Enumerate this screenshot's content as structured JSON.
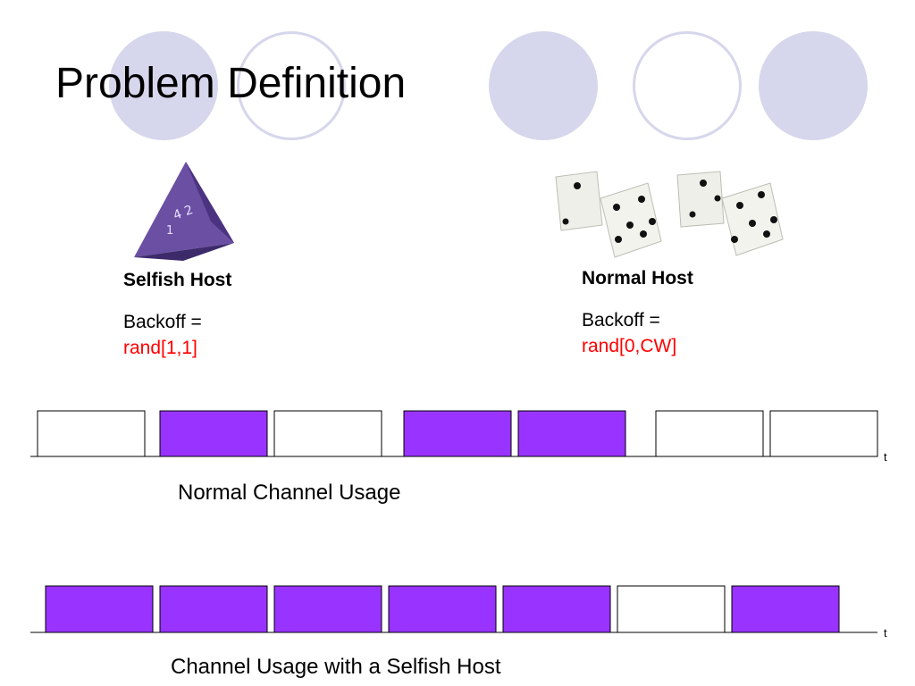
{
  "slide": {
    "title": "Problem Definition"
  },
  "selfish": {
    "name": "Selfish Host",
    "backoff_label": "Backoff =",
    "backoff_value": "rand[1,1]"
  },
  "normal": {
    "name": "Normal Host",
    "backoff_label": "Backoff =",
    "backoff_value": "rand[0,CW]"
  },
  "timeline_normal": {
    "caption": "Normal Channel Usage",
    "axis_label": "t",
    "slots": [
      "empty",
      "used",
      "empty",
      "used",
      "used",
      "empty",
      "empty"
    ]
  },
  "timeline_selfish": {
    "caption": "Channel Usage with a Selfish Host",
    "axis_label": "t",
    "slots": [
      "used",
      "used",
      "used",
      "used",
      "used",
      "empty",
      "used"
    ]
  },
  "colors": {
    "used": "#9933ff",
    "empty": "#ffffff",
    "decor": "#d6d6ec",
    "value_text": "#ff0000"
  }
}
